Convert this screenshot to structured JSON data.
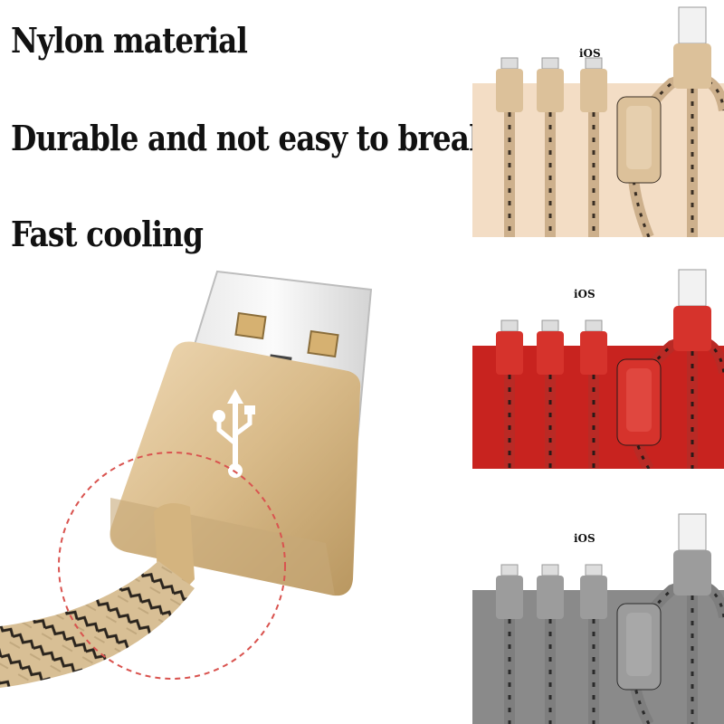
{
  "features": [
    "Nylon material",
    "Durable and not easy to break",
    "Fast cooling"
  ],
  "variants": [
    {
      "name": "gold",
      "bg": "#f3ddc5",
      "body": "#dcc19a",
      "cable": "#cdb08c",
      "dark": "#3a2f25",
      "plug": "#e6cfae",
      "ios_label": "iOS"
    },
    {
      "name": "red",
      "bg": "#c8231f",
      "body": "#d6332c",
      "cable": "#b92a25",
      "dark": "#2a1a18",
      "plug": "#e0473f",
      "ios_label": "iOS"
    },
    {
      "name": "gray",
      "bg": "#8a8a8a",
      "body": "#9c9c9c",
      "cable": "#7e7e7e",
      "dark": "#2b2b2b",
      "plug": "#a8a8a8",
      "ios_label": "iOS"
    }
  ],
  "colors": {
    "text": "#111111",
    "plug_metal": "#f4f4f4",
    "connector_gold": "#d9bb8a",
    "highlight_circle": "#d9534f"
  },
  "icons": [
    "usb-trident-icon"
  ]
}
